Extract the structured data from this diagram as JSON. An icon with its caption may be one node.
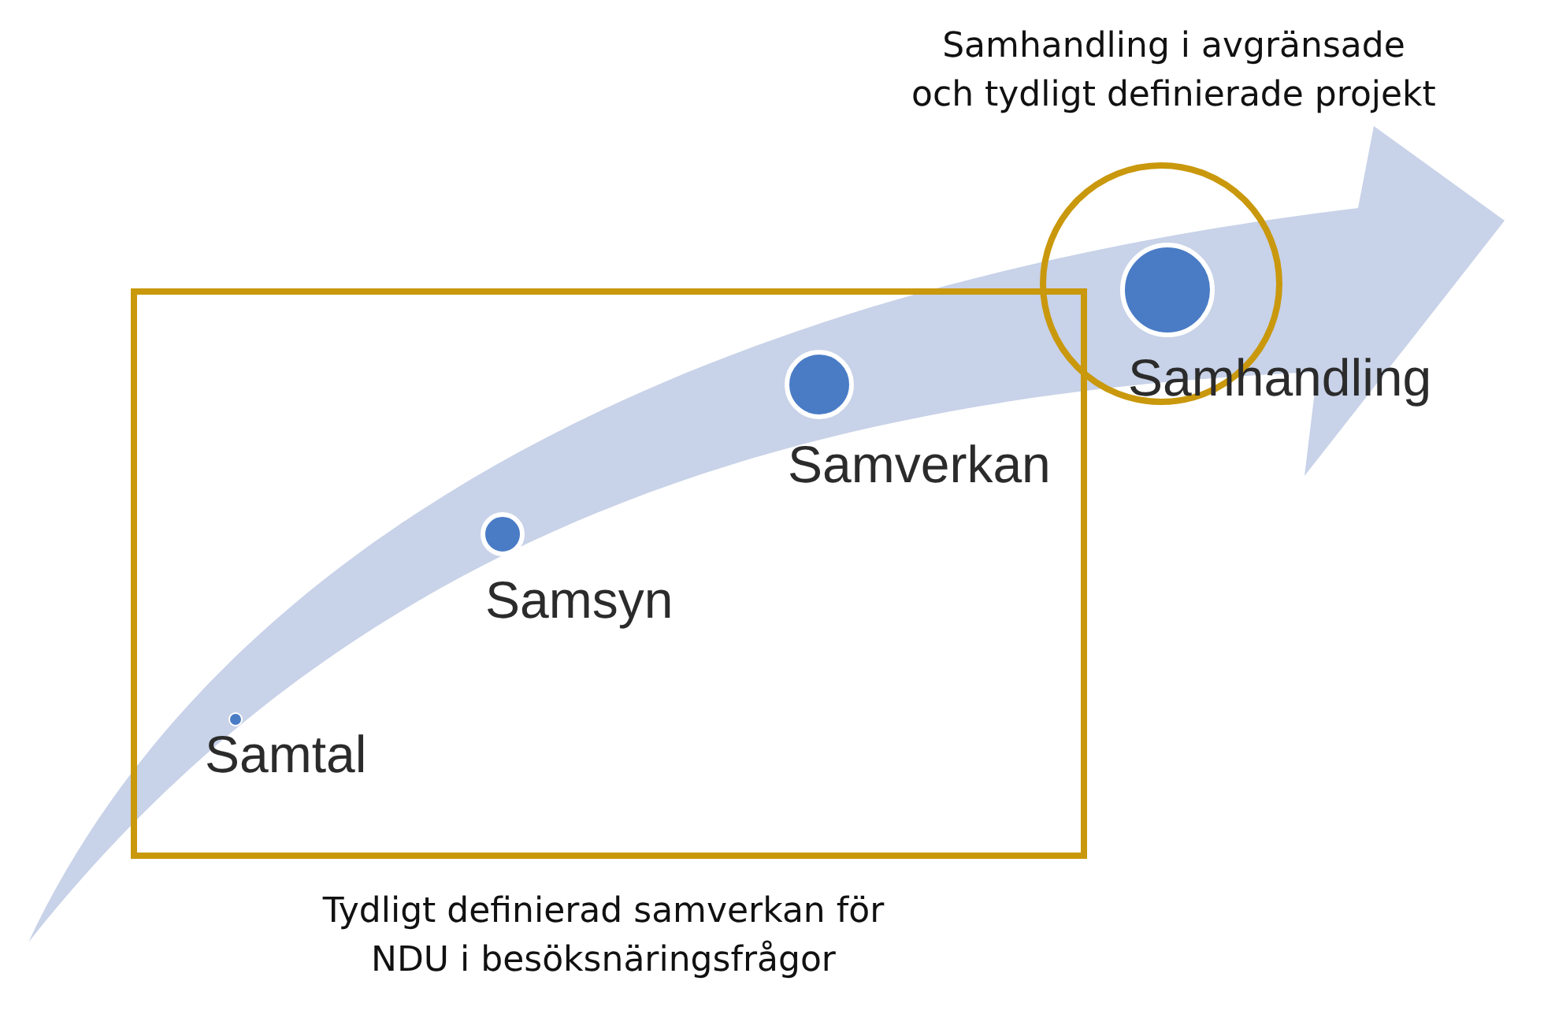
{
  "diagram": {
    "nodes": [
      {
        "text": [],
        "shape": "box",
        "beside": [
          "Tydligt definierad samverkan för NDU i besöksnäringsfrågor"
        ]
      },
      {
        "text": [],
        "shape": "circle",
        "in": 0,
        "beside": [
          "Samtal"
        ]
      },
      {
        "text": [],
        "shape": "circle",
        "in": 0,
        "beside": [
          "Samsyn"
        ]
      },
      {
        "text": [],
        "shape": "circle",
        "in": 0,
        "beside": [
          "Samverkan"
        ]
      },
      {
        "text": [],
        "shape": "circle",
        "beside": [
          "Samhandling i avgränsade och tydligt definierade projekt"
        ]
      },
      {
        "text": [],
        "shape": "circle",
        "in": 4,
        "beside": [
          "Samhandling"
        ]
      }
    ]
  }
}
